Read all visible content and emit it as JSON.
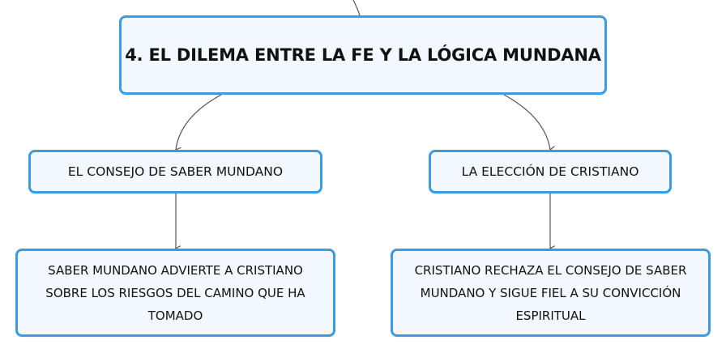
{
  "diagram": {
    "main_topic": {
      "label": "4. EL DILEMA ENTRE LA FE Y LA LÓGICA MUNDANA"
    },
    "branches": [
      {
        "label": "EL CONSEJO DE SABER MUNDANO",
        "child": {
          "label": "SABER MUNDANO ADVIERTE A CRISTIANO SOBRE LOS RIESGOS DEL CAMINO QUE HA TOMADO"
        }
      },
      {
        "label": "LA ELECCIÓN DE CRISTIANO",
        "child": {
          "label": "CRISTIANO RECHAZA EL CONSEJO DE SABER MUNDANO Y SIGUE FIEL A SU CONVICCIÓN ESPIRITUAL"
        }
      }
    ]
  },
  "colors": {
    "node_border": "#3d9be0",
    "node_fill": "#f2f8fd",
    "connector": "#555555"
  }
}
